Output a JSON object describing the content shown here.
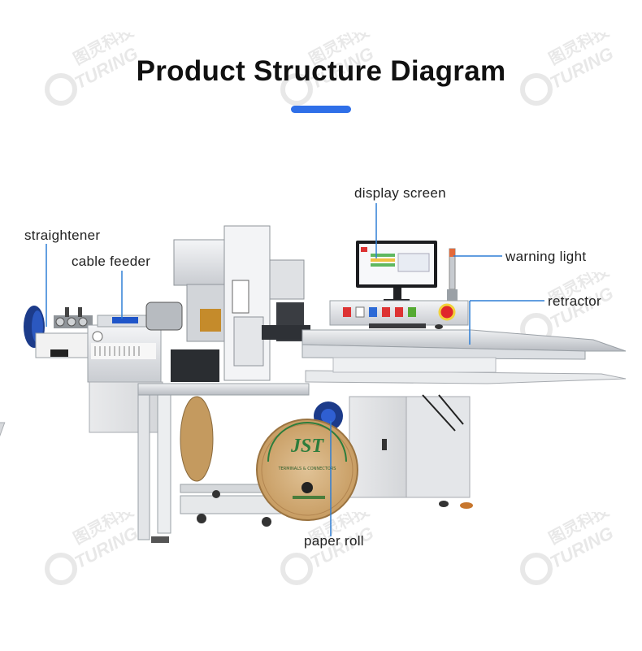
{
  "title": "Product Structure Diagram",
  "accent_color": "#2f6fe8",
  "label_line_color": "#2f7fd6",
  "labels": {
    "display_screen": "display screen",
    "straightener": "straightener",
    "cable_feeder": "cable feeder",
    "warning_light": "warning light",
    "retractor": "retractor",
    "paper_roll": "paper roll"
  },
  "reel_text": {
    "brand": "JST",
    "sub": "TERMINALS & CONNECTORS"
  },
  "watermark": {
    "brand_cn": "图灵科技",
    "brand_en": "TURING"
  }
}
